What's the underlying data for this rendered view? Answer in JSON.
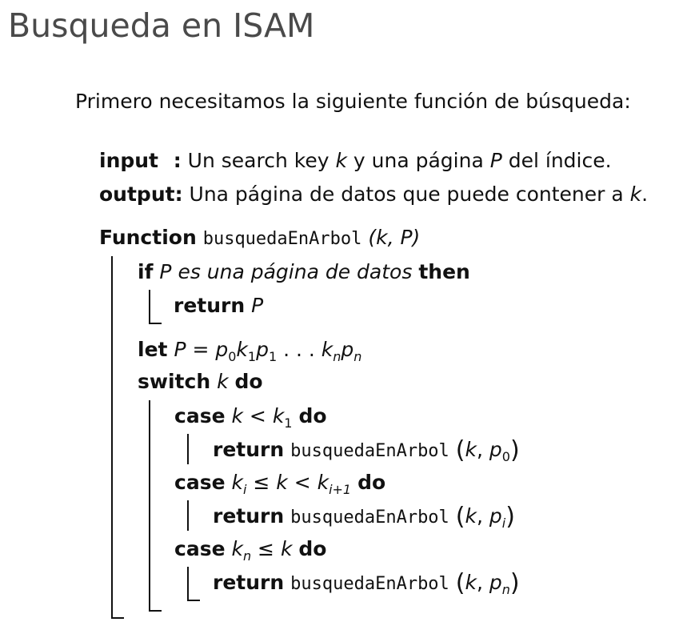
{
  "slide": {
    "title": "Busqueda en ISAM",
    "intro": "Primero necesitamos la siguiente función de búsqueda:"
  },
  "algorithm": {
    "input_kw": "input",
    "input_colon": " :",
    "input_text_1": " Un search key ",
    "input_var_k": "k",
    "input_text_2": " y una página ",
    "input_var_P": "P",
    "input_text_3": " del índice.",
    "output_kw": "output:",
    "output_text": " Una página de datos que puede contener a ",
    "output_var_k": "k",
    "output_end": ".",
    "function_kw": "Function",
    "function_name": "busquedaEnArbol",
    "function_args": "(k, P)",
    "if_kw": "if",
    "if_var": "P",
    "if_cond": "es una página de datos",
    "then_kw": "then",
    "return_kw": "return",
    "return_var": "P",
    "let_kw": "let",
    "let_lhs": "P",
    "let_eq": " = ",
    "let_p": "p",
    "let_k": "k",
    "let_dots": " . . . ",
    "sub_0": "0",
    "sub_1": "1",
    "sub_n": "n",
    "sub_i": "i",
    "sub_i1": "i+1",
    "switch_kw": "switch",
    "switch_var": "k",
    "do_kw": "do",
    "case_kw": "case",
    "lt": " < ",
    "le": " ≤ ",
    "var_k": "k",
    "var_p": "p",
    "comma": ",",
    "open_paren": "(",
    "close_paren": ")"
  }
}
